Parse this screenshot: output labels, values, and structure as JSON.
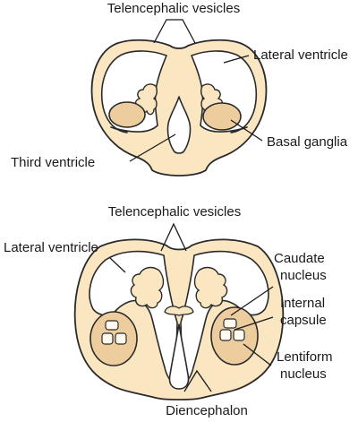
{
  "top_diagram": {
    "labels": {
      "telencephalic_vesicles": "Telencephalic vesicles",
      "lateral_ventricle": "Lateral ventricle",
      "basal_ganglia": "Basal ganglia",
      "third_ventricle": "Third ventricle"
    }
  },
  "bottom_diagram": {
    "labels": {
      "telencephalic_vesicles": "Telencephalic vesicles",
      "lateral_ventricle": "Lateral ventricle",
      "caudate_line1": "Caudate",
      "caudate_line2": "nucleus",
      "internal_capsule_line1": "Internal",
      "internal_capsule_line2": "capsule",
      "lentiform_line1": "Lentiform",
      "lentiform_line2": "nucleus",
      "diencephalon": "Diencephalon"
    }
  },
  "colors": {
    "tissue": "#fbe6c2",
    "ganglia": "#edcd9e",
    "cavity": "#ffffff",
    "outline": "#2a2a2a"
  }
}
